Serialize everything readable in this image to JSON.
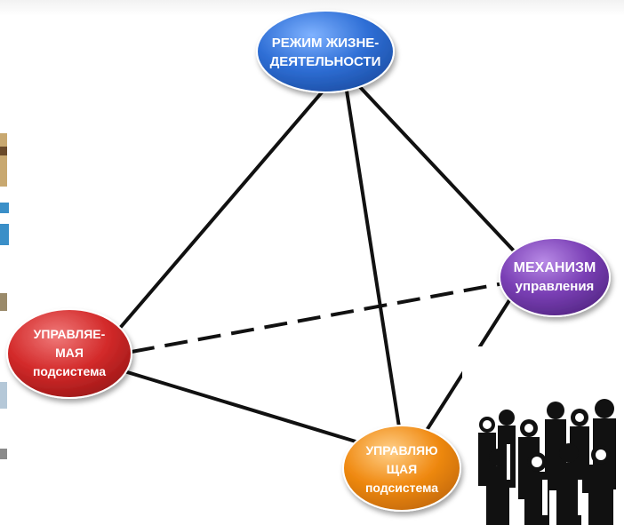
{
  "nodes": {
    "top": {
      "line1": "РЕЖИМ ЖИЗНЕ-",
      "line2": "ДЕЯТЕЛЬНОСТИ",
      "color": "#2f6fd6"
    },
    "right": {
      "line1": "МЕХАНИЗМ",
      "line2": "управления",
      "color": "#7a3fb5"
    },
    "left": {
      "line1": "УПРАВЛЯЕ-",
      "line2": "МАЯ",
      "line3": "подсистема",
      "color": "#d32a2a"
    },
    "bottom": {
      "line1": "УПРАВЛЯЮ",
      "line2": "ЩАЯ",
      "line3": "подсистема",
      "color": "#f08a12"
    }
  },
  "edges": [
    {
      "from": "top",
      "to": "left",
      "style": "solid"
    },
    {
      "from": "top",
      "to": "right",
      "style": "solid"
    },
    {
      "from": "top",
      "to": "bottom",
      "style": "solid"
    },
    {
      "from": "left",
      "to": "bottom",
      "style": "solid"
    },
    {
      "from": "right",
      "to": "bottom",
      "style": "solid"
    },
    {
      "from": "left",
      "to": "right",
      "style": "dashed"
    }
  ],
  "decorations": {
    "crowd_image": "crowd-silhouettes",
    "left_edge_clipart": "clipart-fragments"
  }
}
